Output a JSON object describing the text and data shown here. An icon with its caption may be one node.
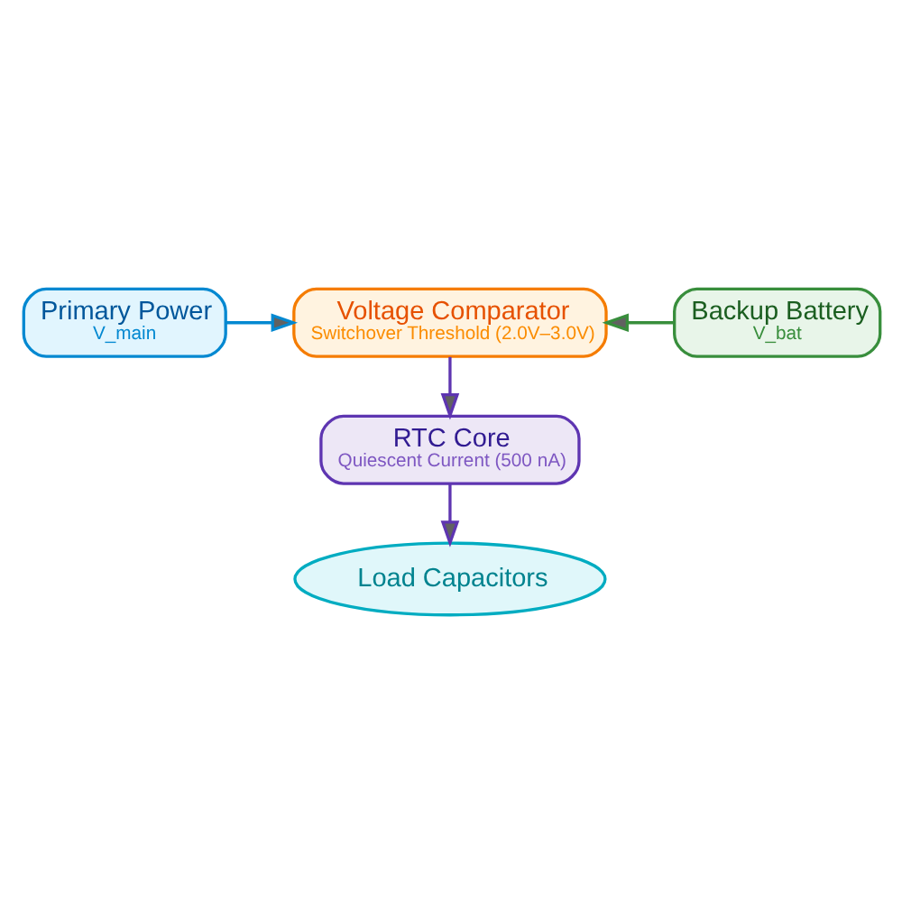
{
  "diagram": {
    "nodes": [
      {
        "text": [
          "Primary Power",
          "V_main"
        ]
      },
      {
        "text": [
          "Voltage Comparator",
          "Switchover Threshold (2.0V–3.0V)"
        ]
      },
      {
        "text": [
          "Backup Battery",
          "V_bat"
        ]
      },
      {
        "text": [
          "RTC Core",
          "Quiescent Current (500 nA)"
        ]
      },
      {
        "text": [
          "Load Capacitors"
        ]
      }
    ],
    "edges": [
      {
        "from": 0,
        "to": 1,
        "arrow": "to",
        "color": "#0288d1"
      },
      {
        "from": 2,
        "to": 1,
        "arrow": "to",
        "color": "#388e3c"
      },
      {
        "from": 1,
        "to": 3,
        "arrow": "to",
        "color": "#5e35b1"
      },
      {
        "from": 3,
        "to": 4,
        "arrow": "to",
        "color": "#5e35b1"
      }
    ]
  }
}
